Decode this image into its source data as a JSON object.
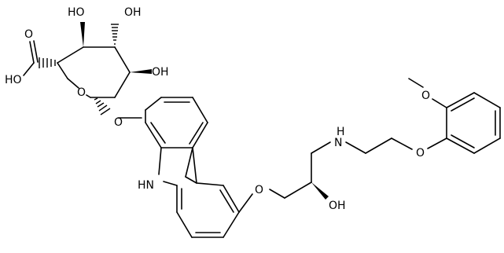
{
  "molecule": {
    "atom_labels": {
      "oh_top_left": "HO",
      "oh_top_right": "OH",
      "oh_right": "OH",
      "cooh_o": "O",
      "cooh_oh": "HO",
      "ring_o": "O",
      "glyco_o": "O",
      "nh_carbazole": "HN",
      "ether_o_left": "O",
      "oh_chain": "OH",
      "nh_chain": "N",
      "h_on_n": "H",
      "ether_o_right": "O",
      "methoxy_o": "O"
    }
  }
}
